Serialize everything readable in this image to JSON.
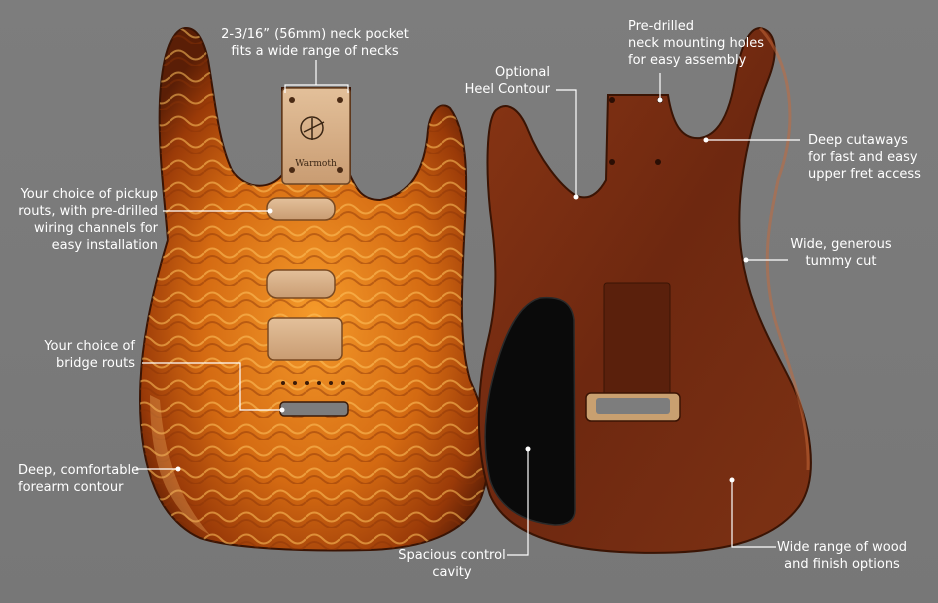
{
  "callouts": {
    "neck_pocket": "2-3/16” (56mm) neck pocket\nfits a wide range of necks",
    "pickup_routs": "Your choice of pickup\nrouts, with pre-drilled\nwiring channels for\neasy installation",
    "bridge_routs": "Your choice of\nbridge routs",
    "forearm": "Deep, comfortable\nforearm contour",
    "control_cavity": "Spacious control\ncavity",
    "heel_contour": "Optional\nHeel Contour",
    "mounting_holes": "Pre-drilled\nneck mounting holes\nfor easy assembly",
    "cutaways": "Deep cutaways\nfor fast and easy\nupper fret access",
    "tummy_cut": "Wide, generous\ntummy cut",
    "wood_finish": "Wide range of wood\nand finish options"
  },
  "logo_text": "Warmoth",
  "colors": {
    "background": "#7a7a7a",
    "front_flame": "#d46a12",
    "back_wood": "#7a2e12",
    "leader": "#ffffff"
  }
}
